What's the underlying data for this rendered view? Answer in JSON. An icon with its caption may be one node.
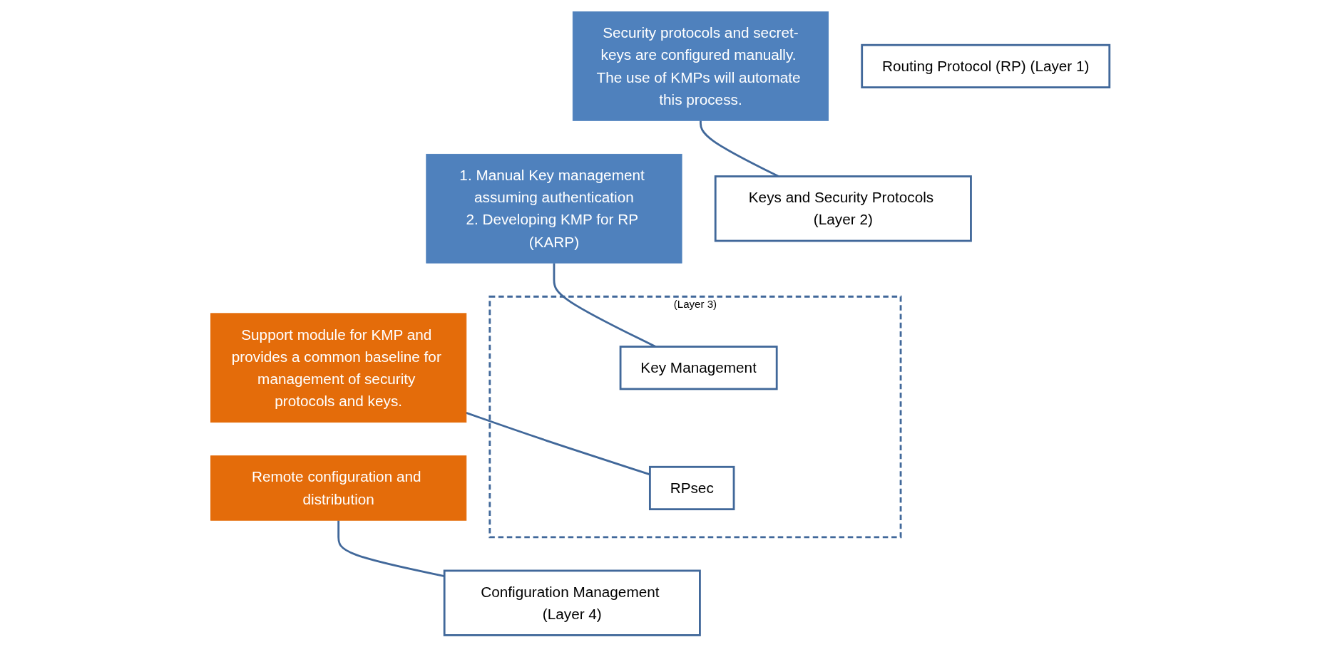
{
  "diagram": {
    "nodes": [
      {
        "text": [
          "Routing Protocol (RP) (Layer 1)"
        ]
      },
      {
        "text": [
          "Keys and Security Protocols (Layer 2)"
        ]
      },
      {
        "text": [
          "(Layer 3)"
        ]
      },
      {
        "text": [
          "Key Management"
        ],
        "in": 2
      },
      {
        "text": [
          "RPsec"
        ],
        "in": 2
      },
      {
        "text": [
          "Configuration Management (Layer 4)"
        ]
      },
      {
        "text": [
          "1. Manual Key management assuming authentication",
          "2. Developing KMP for RP (KARP)"
        ]
      },
      {
        "text": [
          "Security protocols and secret-keys are configured manually. The use of KMPs will automate this process."
        ]
      },
      {
        "text": [
          "Support module for KMP and provides a common baseline for management of security protocols and keys."
        ]
      },
      {
        "text": [
          "Remote configuration and distribution"
        ]
      }
    ],
    "edges": [
      {
        "from": 6,
        "to": 3,
        "arrow": "none"
      },
      {
        "from": 7,
        "to": 1,
        "arrow": "none"
      },
      {
        "from": 8,
        "to": 4,
        "arrow": "none"
      },
      {
        "from": 9,
        "to": 5,
        "arrow": "none"
      }
    ]
  }
}
